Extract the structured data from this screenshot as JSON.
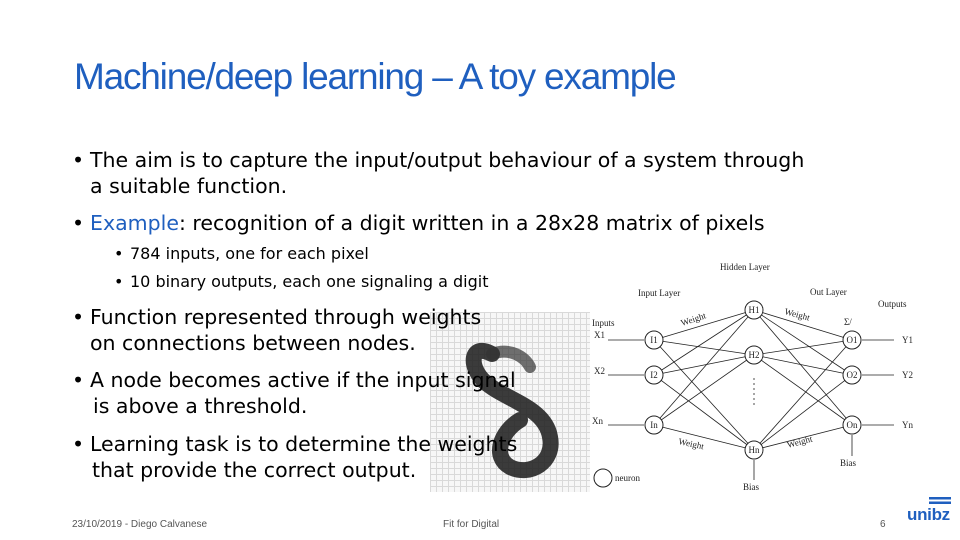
{
  "title": "Machine/deep learning – A toy example",
  "bullets": {
    "aim_line1": "The aim is to capture the input/output behaviour of a system through",
    "aim_line2": "a suitable function.",
    "example_label": "Example",
    "example_rest": ": recognition of a digit written in a 28x28 matrix of pixels",
    "sub1": "784 inputs, one for each pixel",
    "sub2": "10 binary outputs, each one signaling a digit",
    "func_line1": "Function represented through weights",
    "func_line2": "on connections between nodes.",
    "node_line1": "A node becomes active if the input signal",
    "node_line2": "is above a threshold.",
    "learn_line1": "Learning task is to determine the weights",
    "learn_line2": "that provide the correct output."
  },
  "diagram": {
    "hidden_layer": "Hidden Layer",
    "input_layer": "Input Layer",
    "out_layer": "Out Layer",
    "outputs": "Outputs",
    "inputs": "Inputs",
    "weight": "Weight",
    "sum": "Σ/",
    "bias": "Bias",
    "neuron": "neuron",
    "x1": "X1",
    "x2": "X2",
    "xn": "Xn",
    "i1": "I1",
    "i2": "I2",
    "in": "In",
    "h1": "H1",
    "h2": "H2",
    "hn": "Hn",
    "o1": "O1",
    "o2": "O2",
    "on": "On",
    "y1": "Y1",
    "y2": "Y2",
    "yn": "Yn"
  },
  "footer": {
    "date_author": "23/10/2019 - Diego Calvanese",
    "center": "Fit for Digital",
    "page": "6"
  },
  "logo": "unibz",
  "colors": {
    "accent": "#1f5fbf"
  }
}
